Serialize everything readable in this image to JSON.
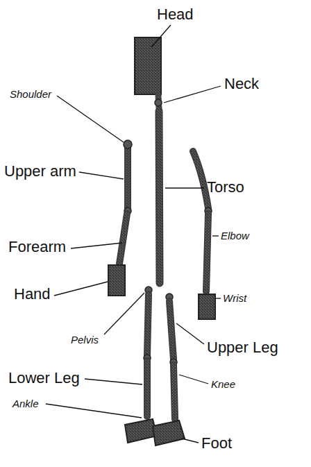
{
  "diagram": {
    "labels": [
      "Head",
      "Neck",
      "Shoulder",
      "Upper arm",
      "Torso",
      "Forearm",
      "Elbow",
      "Hand",
      "Wrist",
      "Pelvis",
      "Upper Leg",
      "Lower Leg",
      "Knee",
      "Ankle",
      "Foot"
    ]
  }
}
